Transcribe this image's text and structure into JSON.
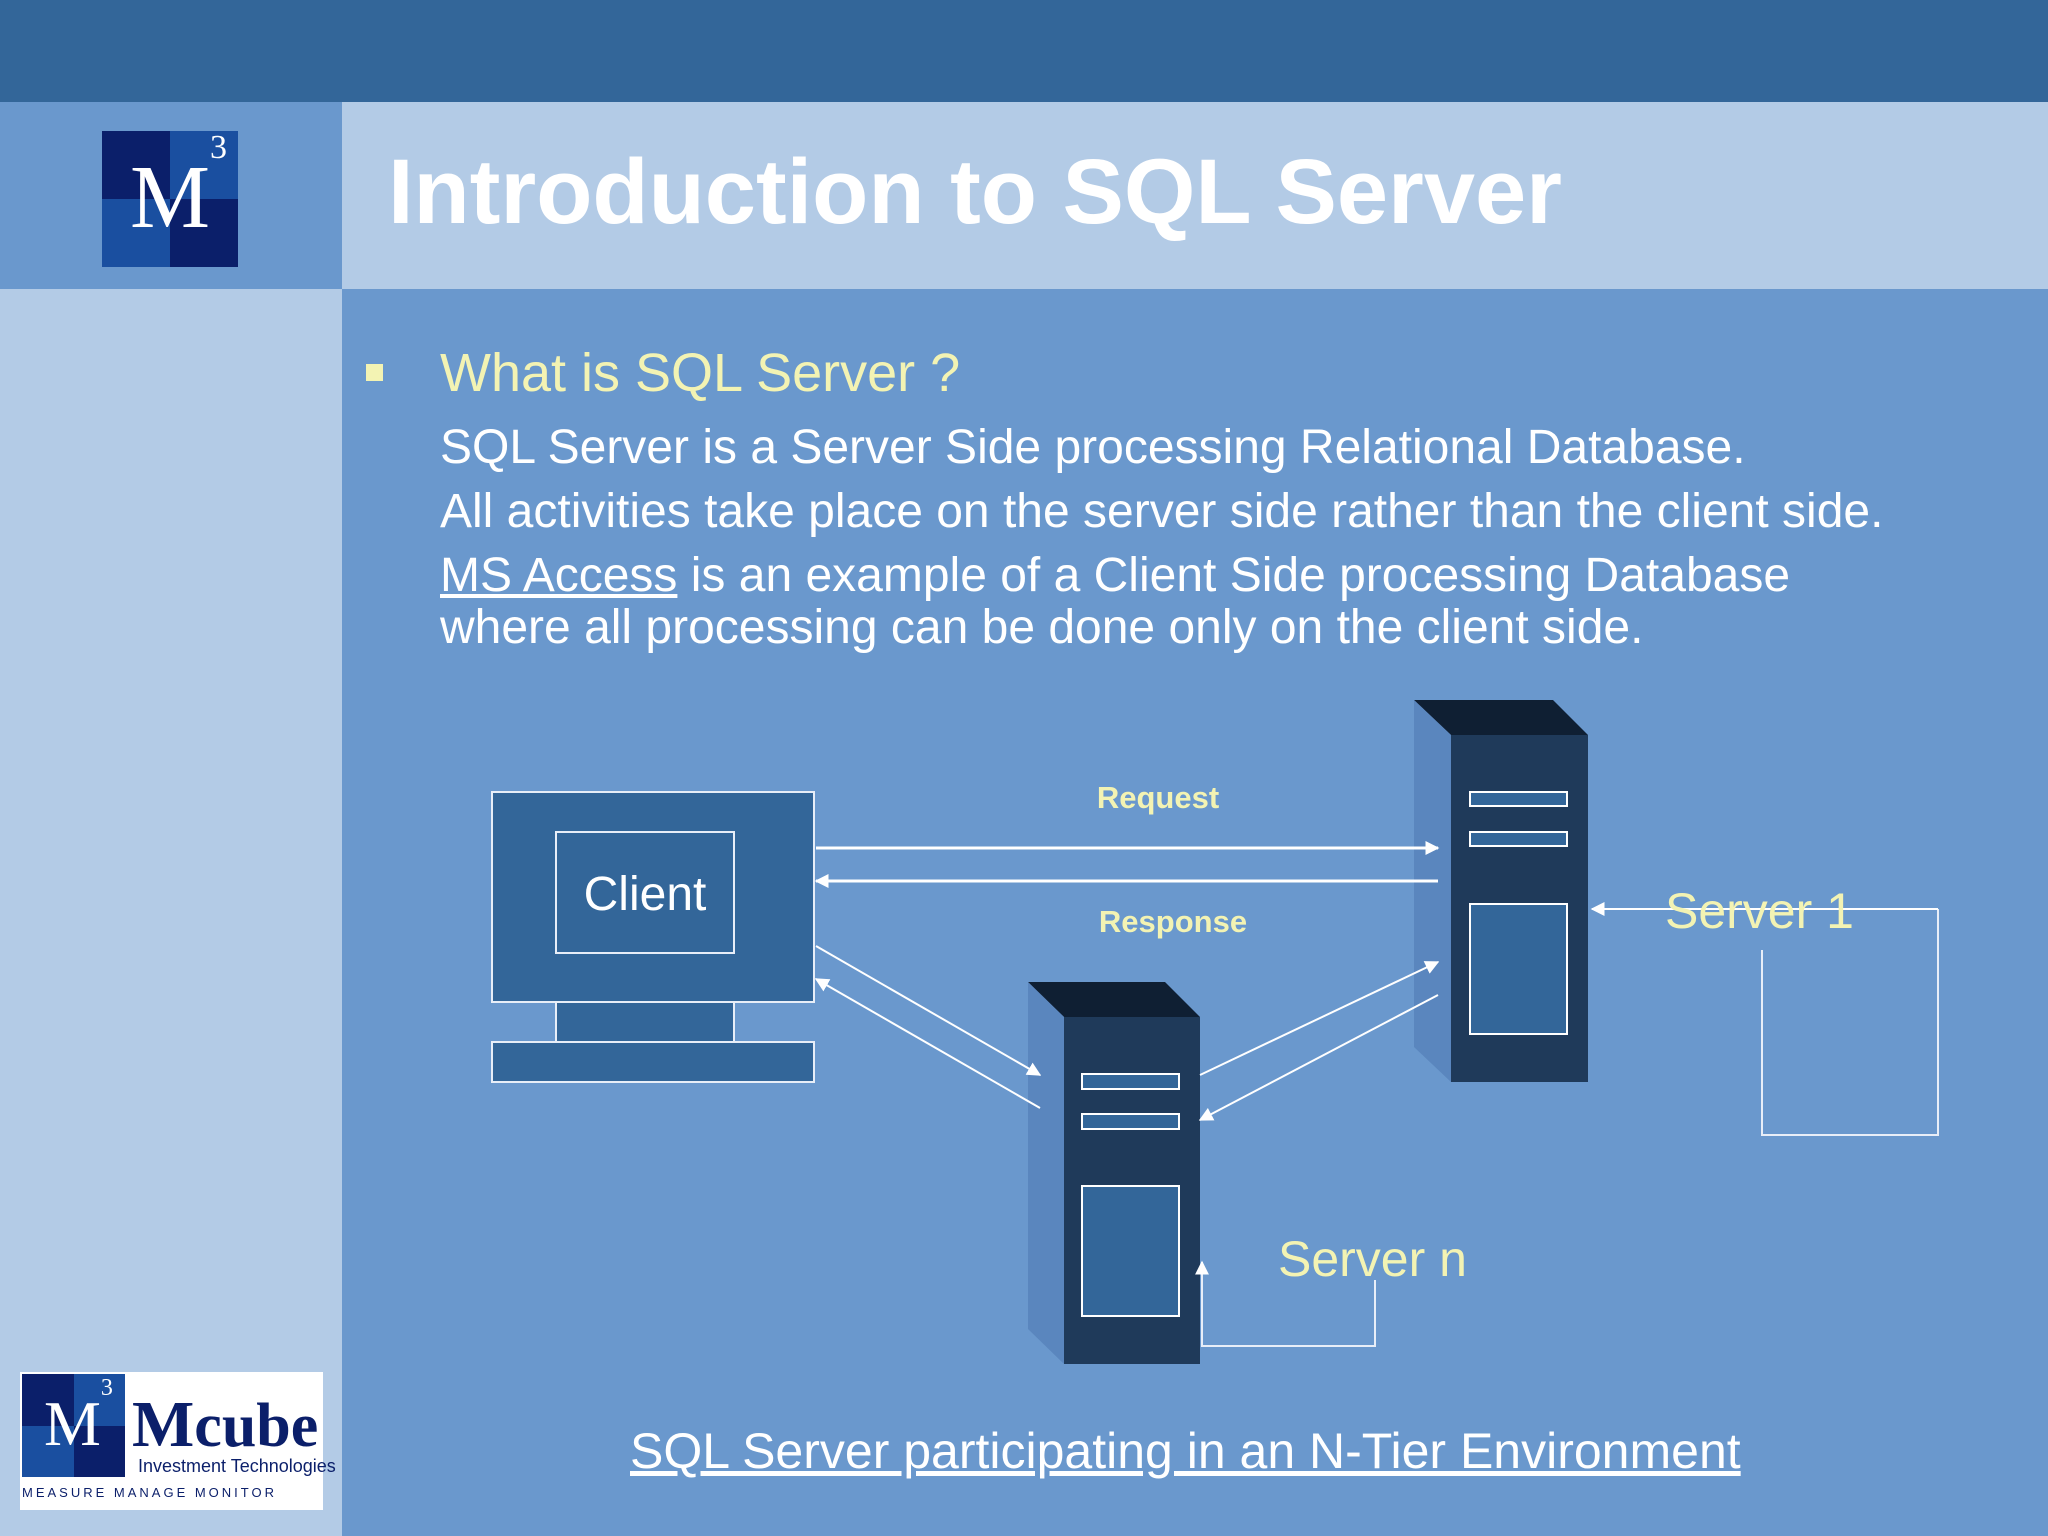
{
  "slide": {
    "title": "Introduction to SQL Server",
    "logo_text": "M",
    "logo_superscript": "3"
  },
  "content": {
    "heading": "What is SQL Server ?",
    "line1": "SQL Server is a Server Side processing Relational Database.",
    "line2": "All activities take place on the server side rather than the client side.",
    "line3_link": "MS Access",
    "line3_rest": " is an example of a Client Side processing Database",
    "line4": "where all processing can be done only on the client side."
  },
  "diagram": {
    "client_label": "Client",
    "request_label": "Request",
    "response_label": "Response",
    "server1_label": "Server 1",
    "servern_label": "Server n",
    "caption": "SQL Server  participating in an N-Tier Environment"
  },
  "footer_logo": {
    "mark": "M",
    "mark_superscript": "3",
    "brand_m": "M",
    "brand_rest": "cube",
    "subtitle": "Investment Technologies",
    "tagline": "MEASURE  MANAGE  MONITOR"
  },
  "colors": {
    "top_bar": "#336699",
    "background": "#6a98cd",
    "light_band": "#b3cbe6",
    "heading_yellow": "#f3f3b3",
    "logo_navy": "#0b1f6a",
    "server_dark": "#1f3a5a",
    "client_blue": "#336699"
  }
}
